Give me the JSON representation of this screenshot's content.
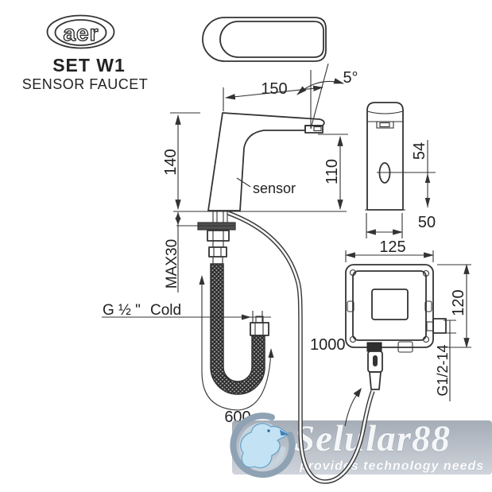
{
  "brand": {
    "logo_text": "aer",
    "title": "SET W1",
    "subtitle": "SENSOR FAUCET"
  },
  "labels": {
    "sensor": "sensor",
    "inlet_thread": "G ½ \"",
    "inlet_water": "Cold"
  },
  "dimensions": {
    "spout_reach": "150",
    "spout_angle": "5°",
    "faucet_height": "140",
    "outlet_height": "110",
    "sensor_height": "54",
    "body_width": "50",
    "deck_max_thickness": "MAX30",
    "hose_length": "600",
    "cable_length": "1000",
    "control_box_width": "125",
    "control_box_height": "120",
    "outlet_thread": "G1/2-14"
  },
  "watermark": {
    "name": "Selular88",
    "tagline": "provides technology needs"
  },
  "colors": {
    "line": "#333333",
    "dark_fill": "#4f4f4f",
    "watermark_band": "#aab2bd",
    "watermark_text": "#f4f6f8",
    "bird_blue": "#c3e2f4",
    "bird_outline": "#66a0c8"
  }
}
